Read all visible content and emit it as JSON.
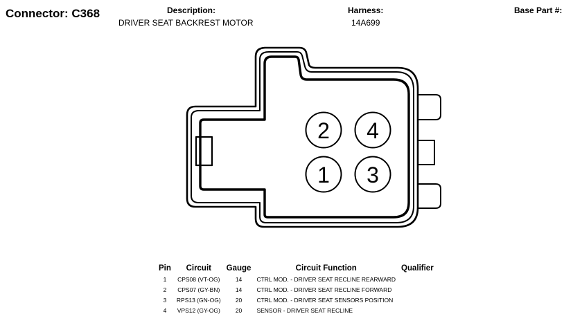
{
  "header": {
    "connector_title": "Connector: C368",
    "description_label": "Description:",
    "description_value": "DRIVER SEAT BACKREST MOTOR",
    "harness_label": "Harness:",
    "harness_value": "14A699",
    "base_part_label": "Base Part #:"
  },
  "connector": {
    "pins": [
      {
        "label": "2"
      },
      {
        "label": "4"
      },
      {
        "label": "1"
      },
      {
        "label": "3"
      }
    ]
  },
  "table": {
    "headers": {
      "pin": "Pin",
      "circuit": "Circuit",
      "gauge": "Gauge",
      "function": "Circuit Function",
      "qualifier": "Qualifier"
    },
    "rows": [
      {
        "pin": "1",
        "circuit": "CPS08 (VT-OG)",
        "gauge": "14",
        "function": "CTRL MOD. - DRIVER SEAT RECLINE REARWARD",
        "qualifier": ""
      },
      {
        "pin": "2",
        "circuit": "CPS07 (GY-BN)",
        "gauge": "14",
        "function": "CTRL MOD. - DRIVER SEAT RECLINE FORWARD",
        "qualifier": ""
      },
      {
        "pin": "3",
        "circuit": "RPS13 (GN-OG)",
        "gauge": "20",
        "function": "CTRL MOD. - DRIVER SEAT SENSORS POSITION",
        "qualifier": ""
      },
      {
        "pin": "4",
        "circuit": "VPS12 (GY-OG)",
        "gauge": "20",
        "function": "SENSOR - DRIVER SEAT RECLINE",
        "qualifier": ""
      }
    ]
  }
}
